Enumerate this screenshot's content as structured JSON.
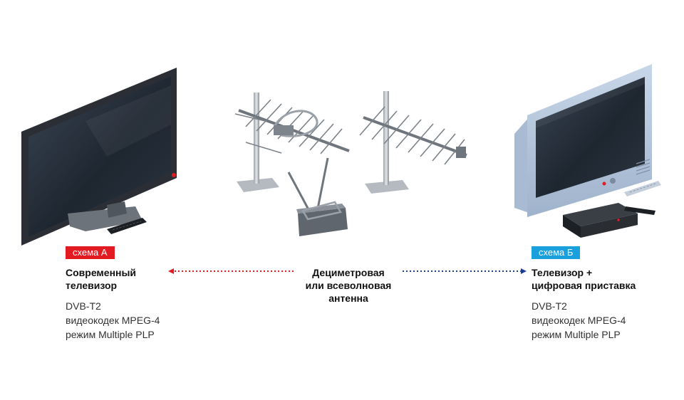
{
  "scheme_a": {
    "badge": "схема А",
    "badge_color": "#e21b23",
    "title_lines": [
      "Современный",
      "телевизор"
    ],
    "specs": [
      "DVB-T2",
      "видеокодек MPEG-4",
      "режим Multiple PLP"
    ]
  },
  "center": {
    "title_lines": [
      "Дециметровая",
      "или всеволновая",
      "антенна"
    ]
  },
  "scheme_b": {
    "badge": "схема Б",
    "badge_color": "#1aa0dc",
    "title_lines": [
      "Телевизор +",
      "цифровая приставка"
    ],
    "specs": [
      "DVB-T2",
      "видеокодек MPEG-4",
      "режим Multiple PLP"
    ]
  },
  "arrows": {
    "left_color": "#e21b23",
    "right_color": "#1d3f8f"
  },
  "icons": [
    "flat-tv-icon",
    "remote-icon",
    "yagi-antenna-icon",
    "indoor-antenna-icon",
    "crt-tv-icon",
    "set-top-box-icon"
  ]
}
